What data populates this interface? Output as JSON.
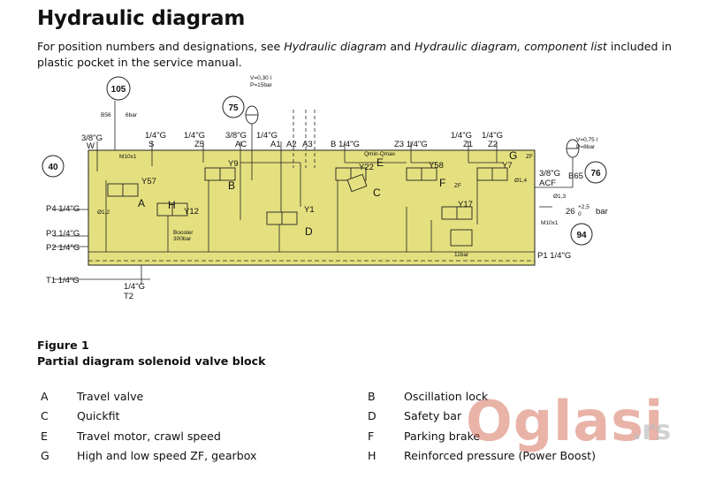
{
  "header": {
    "title": "Hydraulic diagram",
    "intro_1": "For position numbers and designations, see ",
    "intro_em1": "Hydraulic diagram",
    "intro_2": " and ",
    "intro_em2": "Hydraulic diagram, component list",
    "intro_3": " included in plastic pocket in the service manual."
  },
  "diagram": {
    "colors": {
      "block_fill": "#e4e07f",
      "line": "#222222"
    },
    "circles": {
      "c105": "105",
      "c75": "75",
      "c40": "40",
      "c76": "76",
      "c94": "94"
    },
    "ports_top": {
      "w_size": "3/8\"G",
      "w": "W",
      "s_size": "1/4\"G",
      "s": "S",
      "z5_size": "1/4\"G",
      "z5": "Z5",
      "ac_size": "3/8\"G",
      "ac": "AC",
      "a1_size": "1/4\"G",
      "a1": "A1",
      "a2": "A2",
      "a3": "A3",
      "b": "B 1/4\"G",
      "z3": "Z3 1/4\"G",
      "z1_size": "1/4\"G",
      "z1": "Z1",
      "z2_size": "1/4\"G",
      "z2": "Z2"
    },
    "ports_side": {
      "p4": "P4 1/4\"G",
      "p3": "P3 1/4\"G",
      "p2": "P2 1/4\"G",
      "t1": "T1 1/4\"G",
      "t2_size": "1/4\"G",
      "t2": "T2",
      "p1": "P1  1/4\"G",
      "acf_size": "3/8\"G",
      "acf": "ACF"
    },
    "accumulators": {
      "acc1_vol": "V=0,30 l",
      "acc1_pres": "P=15bar",
      "acc2_vol": "V=0,75 l",
      "acc2_pres": "P=8bar"
    },
    "components": {
      "b56": "B56",
      "b56_pres": "6bar",
      "m10_left": "M10x1",
      "b65": "B65",
      "b65_val": "26",
      "b65_tol": "+2,5",
      "b65_tol_b": "0",
      "b65_unit": "bar",
      "m10_right": "M10x1",
      "booster": "Booster",
      "booster_pres": "300bar",
      "qmin": "Qmin-Qmax",
      "pres_11": "11bar",
      "zf_1": "ZF",
      "zf_2": "ZF",
      "dim_1": "Ø1,2",
      "dim_2": "Ø1,4",
      "dim_3": "Ø1,3"
    },
    "valves": {
      "y57": "Y57",
      "y12": "Y12",
      "y9": "Y9",
      "y1": "Y1",
      "y22": "Y22",
      "y58": "Y58",
      "y17": "Y17",
      "y7": "Y7"
    },
    "letters": {
      "a": "A",
      "b": "B",
      "c": "C",
      "d": "D",
      "e": "E",
      "f": "F",
      "g": "G",
      "h": "H"
    }
  },
  "figure": {
    "title": "Figure 1",
    "subtitle": "Partial diagram solenoid valve block"
  },
  "legend": [
    {
      "key": "A",
      "text": "Travel valve"
    },
    {
      "key": "B",
      "text": "Oscillation lock"
    },
    {
      "key": "C",
      "text": "Quickfit"
    },
    {
      "key": "D",
      "text": "Safety bar"
    },
    {
      "key": "E",
      "text": "Travel motor, crawl speed"
    },
    {
      "key": "F",
      "text": "Parking brake"
    },
    {
      "key": "G",
      "text": "High and low speed ZF, gearbox"
    },
    {
      "key": "H",
      "text": "Reinforced pressure (Power Boost)"
    }
  ],
  "watermark": {
    "text": "Oglasi",
    "suffix": ".rs",
    "color": "#ce563e"
  }
}
